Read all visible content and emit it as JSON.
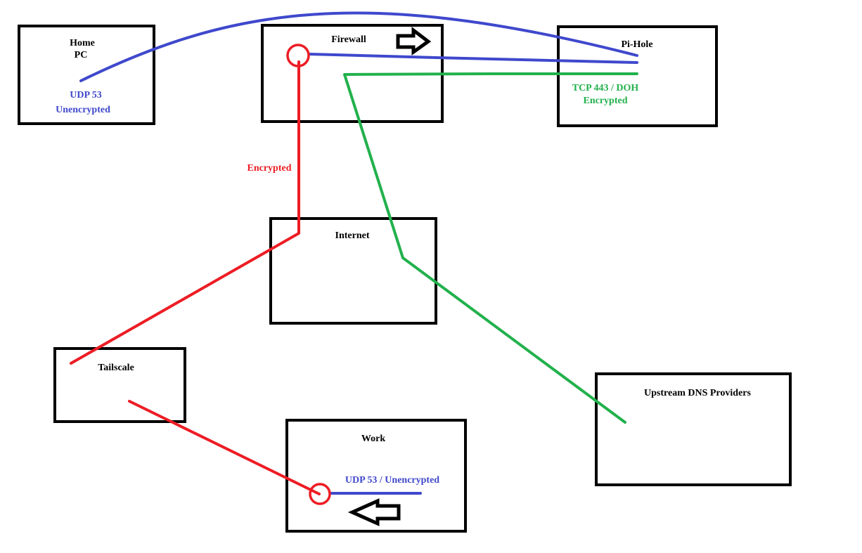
{
  "colors": {
    "box": "#000000",
    "unencrypted_dns": "#3f48cc",
    "encrypted_dns": "#22b14c",
    "tunnel": "#ed1c24"
  },
  "nodes": {
    "home_pc": {
      "title_line1": "Home",
      "title_line2": "PC",
      "note_line1": "UDP 53",
      "note_line2": "Unencrypted"
    },
    "firewall": {
      "title": "Firewall"
    },
    "pi_hole": {
      "title": "Pi-Hole",
      "note_line1": "TCP 443 / DOH",
      "note_line2": "Encrypted"
    },
    "internet": {
      "title": "Internet"
    },
    "tailscale": {
      "title": "Tailscale"
    },
    "work": {
      "title": "Work",
      "note": "UDP 53 / Unencrypted"
    },
    "upstream_dns": {
      "title": "Upstream DNS Providers"
    }
  },
  "links": {
    "tunnel_label": "Encrypted"
  },
  "icons": {
    "firewall_arrow": "arrow-right-icon",
    "work_arrow": "arrow-left-icon"
  }
}
